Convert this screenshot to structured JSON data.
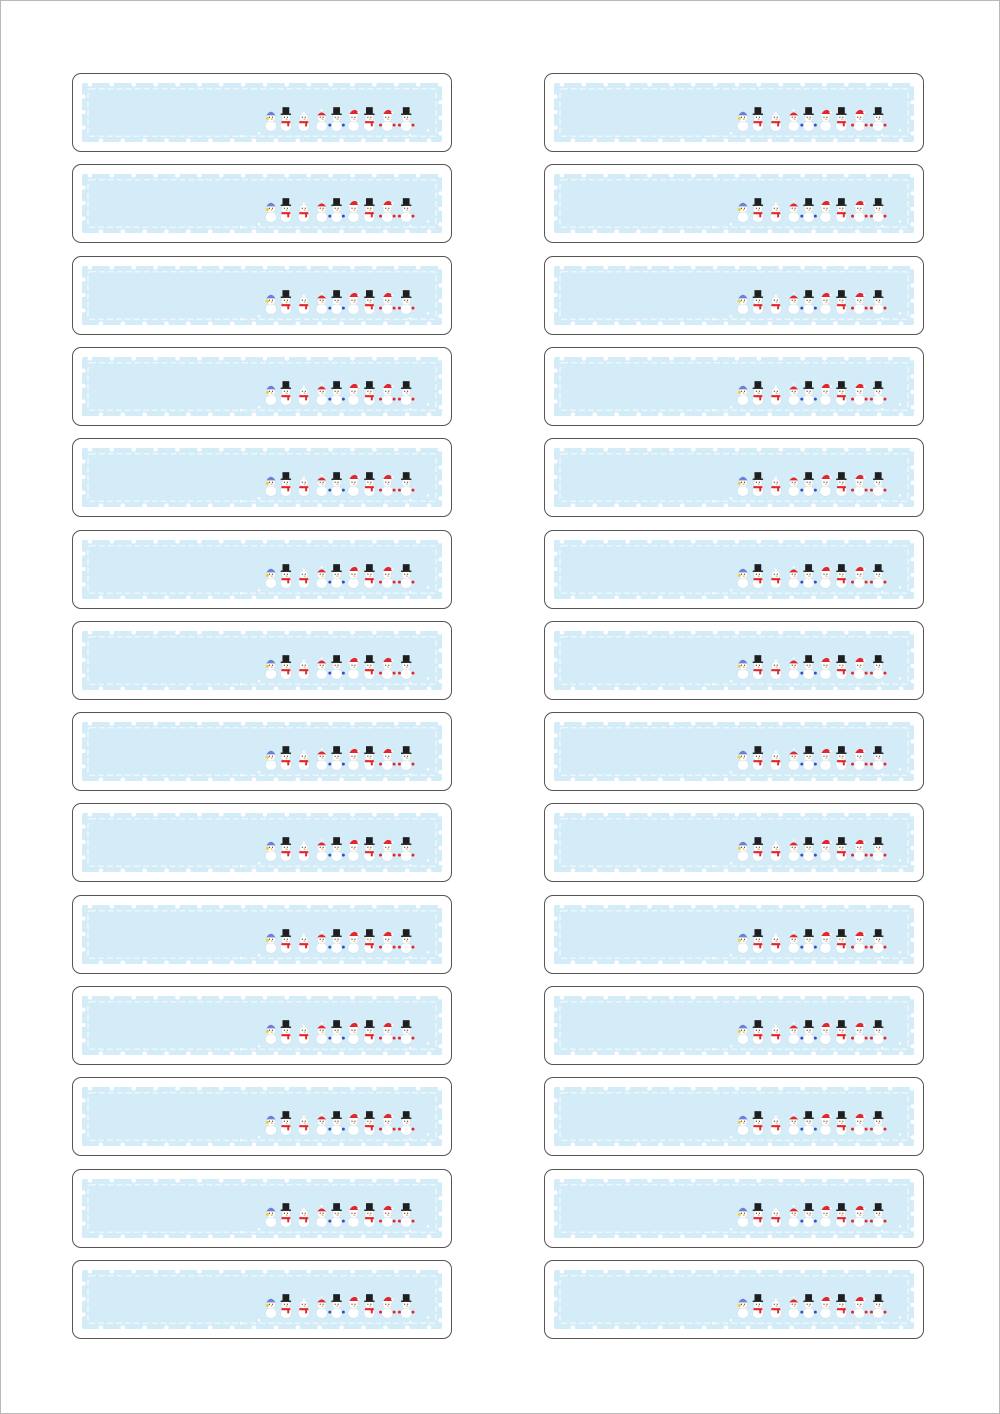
{
  "sheet": {
    "columns": 2,
    "rows": 14,
    "colors": {
      "border": "#555555",
      "panel": "#d3ecf7",
      "dots": "#ffffff",
      "dash": "#f4fbfe",
      "scarf_red": "#e3262b",
      "hat_black": "#1e1e1e",
      "hat_blue": "#6f7fd6",
      "hat_yellow": "#f2cf2f",
      "glove_blue": "#2f4fc2"
    }
  },
  "labels": [
    {
      "row": 1,
      "col": 1,
      "icon": "snowman-row-icon"
    },
    {
      "row": 1,
      "col": 2,
      "icon": "snowman-row-icon"
    },
    {
      "row": 2,
      "col": 1,
      "icon": "snowman-row-icon"
    },
    {
      "row": 2,
      "col": 2,
      "icon": "snowman-row-icon"
    },
    {
      "row": 3,
      "col": 1,
      "icon": "snowman-row-icon"
    },
    {
      "row": 3,
      "col": 2,
      "icon": "snowman-row-icon"
    },
    {
      "row": 4,
      "col": 1,
      "icon": "snowman-row-icon"
    },
    {
      "row": 4,
      "col": 2,
      "icon": "snowman-row-icon"
    },
    {
      "row": 5,
      "col": 1,
      "icon": "snowman-row-icon"
    },
    {
      "row": 5,
      "col": 2,
      "icon": "snowman-row-icon"
    },
    {
      "row": 6,
      "col": 1,
      "icon": "snowman-row-icon"
    },
    {
      "row": 6,
      "col": 2,
      "icon": "snowman-row-icon"
    },
    {
      "row": 7,
      "col": 1,
      "icon": "snowman-row-icon"
    },
    {
      "row": 7,
      "col": 2,
      "icon": "snowman-row-icon"
    },
    {
      "row": 8,
      "col": 1,
      "icon": "snowman-row-icon"
    },
    {
      "row": 8,
      "col": 2,
      "icon": "snowman-row-icon"
    },
    {
      "row": 9,
      "col": 1,
      "icon": "snowman-row-icon"
    },
    {
      "row": 9,
      "col": 2,
      "icon": "snowman-row-icon"
    },
    {
      "row": 10,
      "col": 1,
      "icon": "snowman-row-icon"
    },
    {
      "row": 10,
      "col": 2,
      "icon": "snowman-row-icon"
    },
    {
      "row": 11,
      "col": 1,
      "icon": "snowman-row-icon"
    },
    {
      "row": 11,
      "col": 2,
      "icon": "snowman-row-icon"
    },
    {
      "row": 12,
      "col": 1,
      "icon": "snowman-row-icon"
    },
    {
      "row": 12,
      "col": 2,
      "icon": "snowman-row-icon"
    },
    {
      "row": 13,
      "col": 1,
      "icon": "snowman-row-icon"
    },
    {
      "row": 13,
      "col": 2,
      "icon": "snowman-row-icon"
    },
    {
      "row": 14,
      "col": 1,
      "icon": "snowman-row-icon"
    },
    {
      "row": 14,
      "col": 2,
      "icon": "snowman-row-icon"
    }
  ]
}
